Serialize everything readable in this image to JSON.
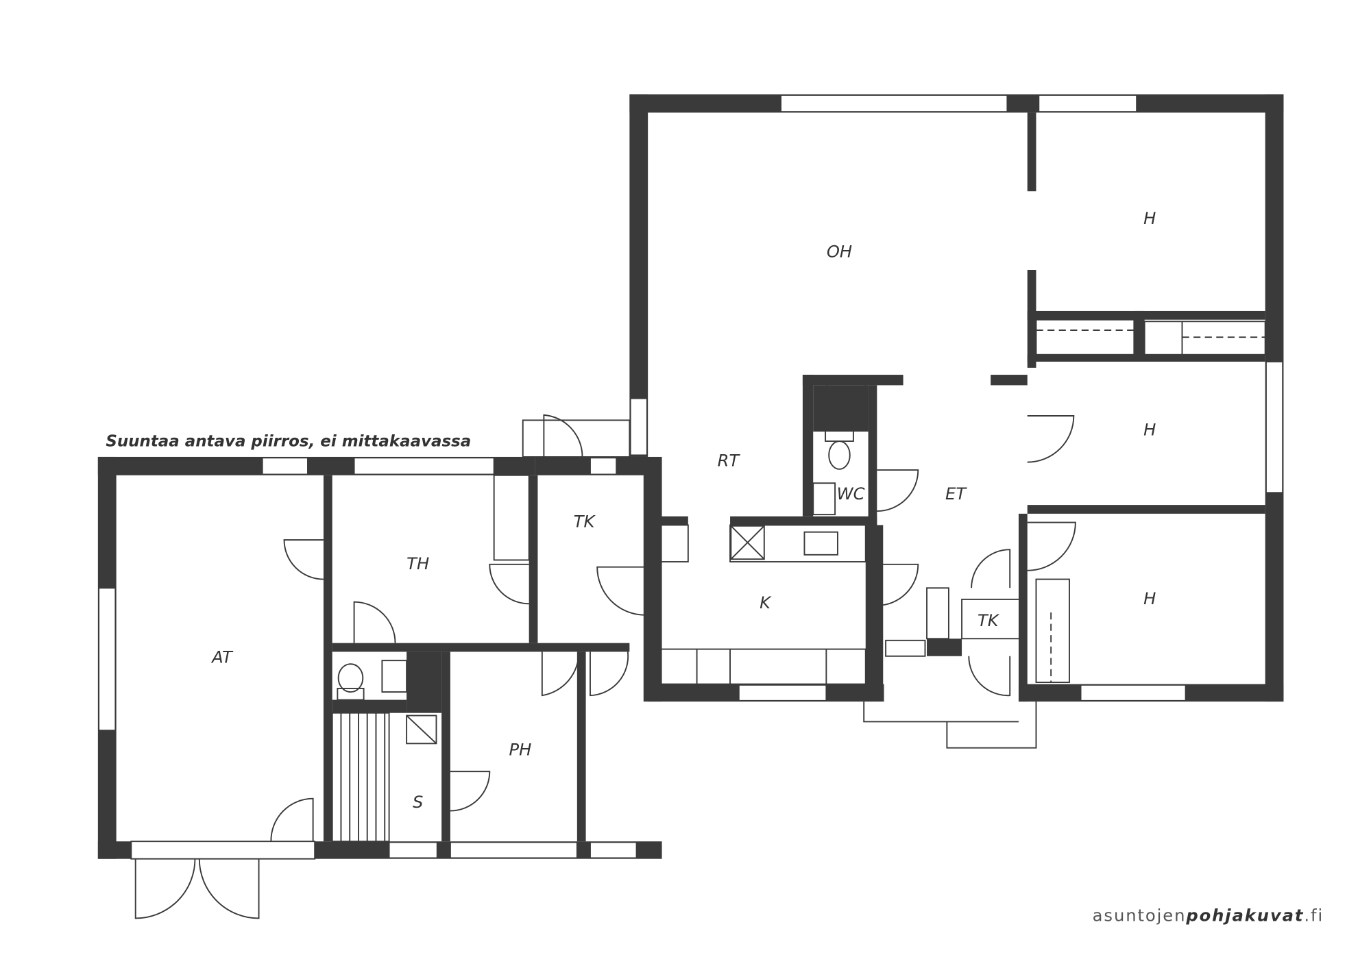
{
  "note": "Suuntaa antava piirros, ei mittakaavassa",
  "watermark": {
    "prefix": "asuntojen",
    "bold": "pohjakuvat",
    "suffix": ".fi"
  },
  "rooms": {
    "oh": "OH",
    "h1": "H",
    "h2": "H",
    "h3": "H",
    "rt": "RT",
    "wc": "WC",
    "et": "ET",
    "k": "K",
    "tk1": "TK",
    "tk2": "TK",
    "th": "TH",
    "at": "AT",
    "ph": "PH",
    "s": "S"
  },
  "colors": {
    "wall": "#3a3a3a",
    "background": "#ffffff"
  }
}
